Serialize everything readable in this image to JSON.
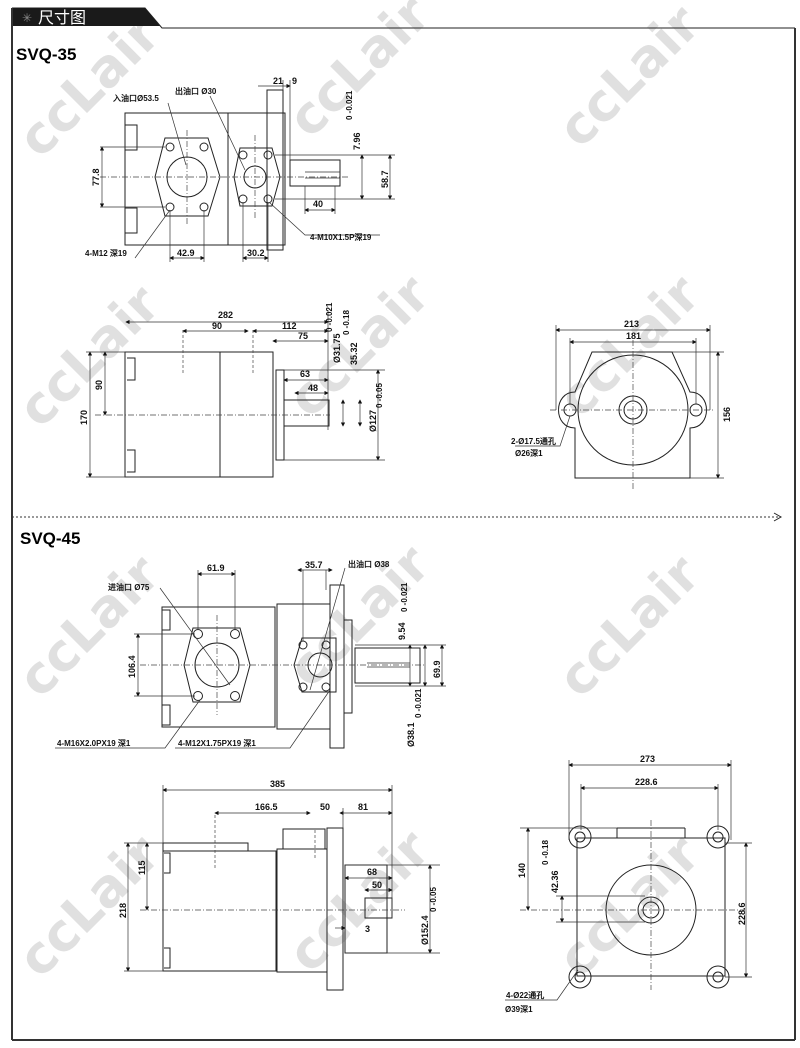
{
  "header": {
    "title": "尺寸图"
  },
  "watermark": "ccLair",
  "colors": {
    "frame": "#222222",
    "header_bg": "#1a1a1a",
    "watermark": "#d6d6d6"
  },
  "svq35": {
    "model": "SVQ-35",
    "front": {
      "inlet": "入油口Ø53.5",
      "outlet": "出油口 Ø30",
      "d21": "21",
      "d9": "9",
      "d77_8": "77.8",
      "key": "7.96",
      "key_tol": "0 -0.021",
      "d58_7": "58.7",
      "d40": "40",
      "d42_9": "42.9",
      "d30_2": "30.2",
      "bolt_in": "4-M12 深19",
      "bolt_out": "4-M10X1.5P深19"
    },
    "side": {
      "d282": "282",
      "d90": "90",
      "d112": "112",
      "d75": "75",
      "d63": "63",
      "d48": "48",
      "d90v": "90",
      "d170": "170",
      "shaft": "Ø31.75",
      "shaft_tol": "0 -0.021",
      "d35_32": "35.32",
      "d35_tol": "0 -0.18",
      "pilot": "Ø127",
      "pilot_tol": "0 -0.05"
    },
    "end": {
      "d213": "213",
      "d181": "181",
      "d156": "156",
      "holes": "2-Ø17.5通孔",
      "counterbore": "Ø26深1"
    }
  },
  "svq45": {
    "model": "SVQ-45",
    "front": {
      "inlet": "进油口 Ø75",
      "outlet": "出油口 Ø38",
      "d61_9": "61.9",
      "d35_7": "35.7",
      "d106_4": "106.4",
      "key": "9.54",
      "key_tol": "0 -0.021",
      "d69_9": "69.9",
      "shaft": "Ø38.1",
      "shaft_tol": "0 -0.021",
      "bolt_in": "4-M16X2.0PX19 深1",
      "bolt_out": "4-M12X1.75PX19 深1"
    },
    "side": {
      "d385": "385",
      "d166_5": "166.5",
      "d50": "50",
      "d81": "81",
      "d115": "115",
      "d218": "218",
      "d68": "68",
      "d50b": "50",
      "d3": "3",
      "pilot": "Ø152.4",
      "pilot_tol": "0 -0.05"
    },
    "end": {
      "d273": "273",
      "d228_6h": "228.6",
      "d228_6v": "228.6",
      "d140": "140",
      "d42_36": "42.36",
      "d42_tol": "0 -0.18",
      "holes": "4-Ø22通孔",
      "counterbore": "Ø39深1"
    }
  }
}
